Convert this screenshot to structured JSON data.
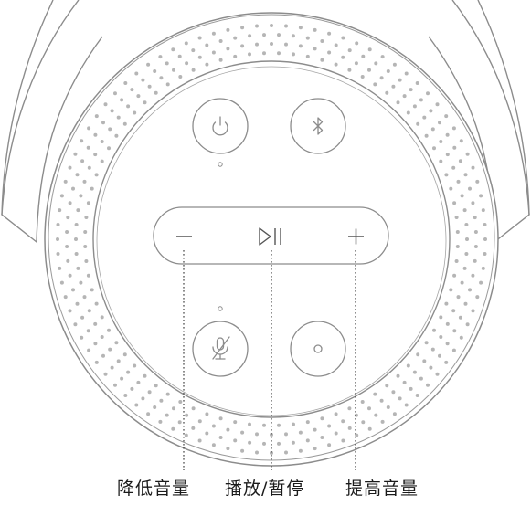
{
  "labels": {
    "volume_down": "降低音量",
    "play_pause": "播放/暂停",
    "volume_up": "提高音量"
  },
  "buttons": {
    "top_left": "power",
    "top_right": "bluetooth",
    "bottom_left": "microphone-off",
    "bottom_right": "action",
    "bar": [
      "volume-down",
      "play-pause",
      "volume-up"
    ]
  },
  "colors": {
    "stroke": "#8c8c8c",
    "dots": "#b5b5b5",
    "callout": "#444444",
    "text": "#1a1a1a"
  }
}
